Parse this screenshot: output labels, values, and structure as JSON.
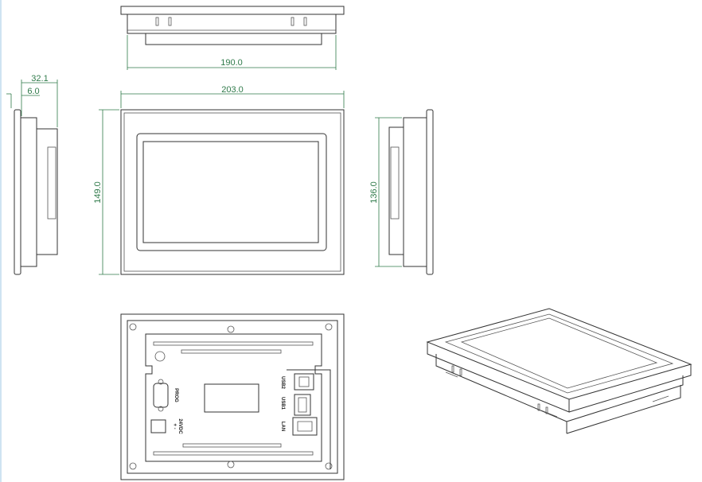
{
  "dimensions": {
    "top_width": "190.0",
    "front_width": "203.0",
    "front_height": "149.0",
    "side_height": "136.0",
    "depth_total": "32.1",
    "depth_front": "6.0"
  },
  "back_panel_labels": {
    "prog": "PROG",
    "power": "24VDC",
    "polarity": "+ -",
    "usb2": "USB2",
    "usb1": "USB1",
    "lan": "LAN"
  },
  "colors": {
    "dimension": "#2f7a4a",
    "outline": "#333333"
  }
}
